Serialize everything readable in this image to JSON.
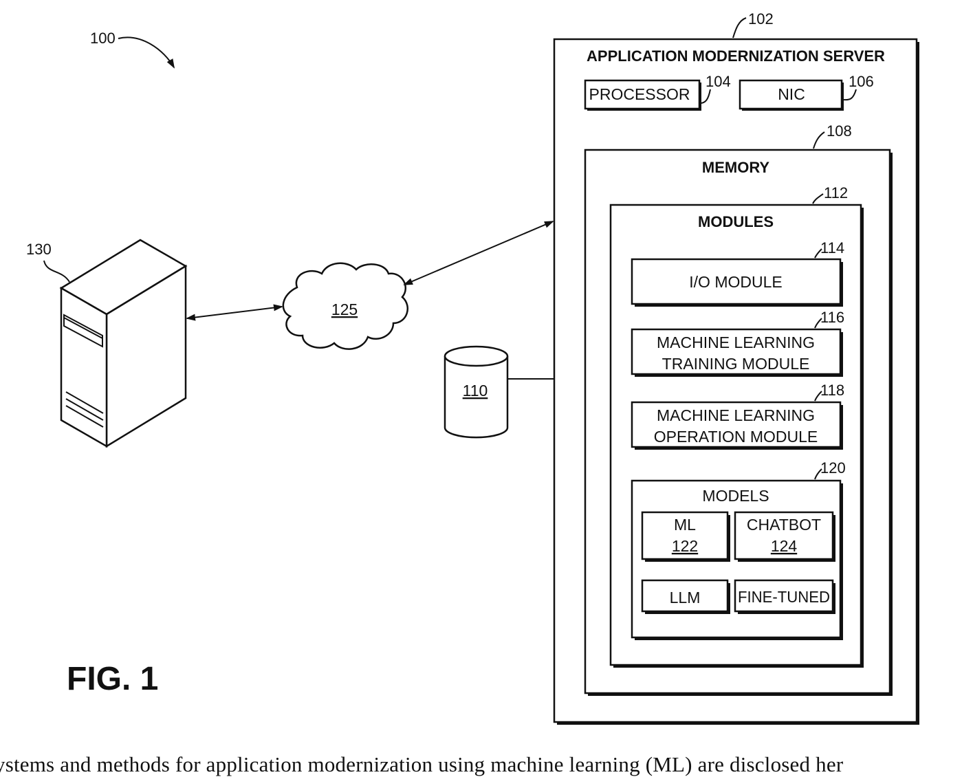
{
  "figure": {
    "ref_system": "100",
    "fig_label": "FIG. 1",
    "server": {
      "ref": "102",
      "title": "APPLICATION MODERNIZATION SERVER"
    },
    "processor": {
      "ref": "104",
      "label": "PROCESSOR"
    },
    "nic": {
      "ref": "106",
      "label": "NIC"
    },
    "memory": {
      "ref": "108",
      "title": "MEMORY"
    },
    "modules": {
      "ref": "112",
      "title": "MODULES"
    },
    "io_module": {
      "ref": "114",
      "label": "I/O MODULE"
    },
    "ml_training": {
      "ref": "116",
      "line1": "MACHINE LEARNING",
      "line2": "TRAINING MODULE"
    },
    "ml_operation": {
      "ref": "118",
      "line1": "MACHINE LEARNING",
      "line2": "OPERATION MODULE"
    },
    "models": {
      "ref": "120",
      "title": "MODELS",
      "ml": {
        "label": "ML",
        "ref": "122"
      },
      "chatbot": {
        "label": "CHATBOT",
        "ref": "124"
      },
      "llm": {
        "label": "LLM"
      },
      "fine_tuned": {
        "label": "FINE-TUNED"
      }
    },
    "database": {
      "ref": "110"
    },
    "network": {
      "ref": "125"
    },
    "client": {
      "ref": "130"
    }
  },
  "caption": "ystems and methods for application modernization using machine learning (ML) are disclosed her"
}
